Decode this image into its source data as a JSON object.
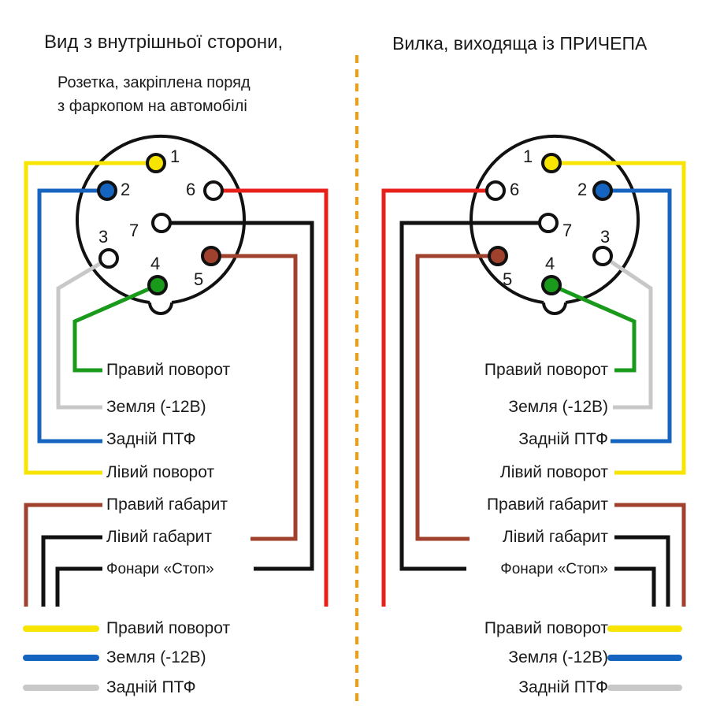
{
  "colors": {
    "yellow": "#f7e400",
    "blue": "#1565c0",
    "gray": "#c8c8c8",
    "red": "#e8201a",
    "brown": "#a0412d",
    "green": "#1a9a1a",
    "black": "#111111",
    "divider": "#f39c12"
  },
  "left_panel": {
    "title": "Вид з внутрішньої сторони,",
    "subtitle": "Розетка, закріплена поряд\nз фаркопом на автомобілі",
    "pins": [
      "1",
      "2",
      "3",
      "4",
      "5",
      "6",
      "7"
    ],
    "labels": [
      "Правий поворот",
      "Земля (-12В)",
      "Задній ПТФ",
      "Лівий поворот",
      "Правий габарит",
      "Лівий габарит",
      "Фонари «Стоп»"
    ],
    "legend": [
      "Правий поворот",
      "Земля (-12В)",
      "Задній ПТФ"
    ]
  },
  "right_panel": {
    "title": "Вилка, виходяща із ПРИЧЕПА",
    "pins": [
      "1",
      "2",
      "3",
      "4",
      "5",
      "6",
      "7"
    ],
    "labels": [
      "Правий поворот",
      "Земля (-12В)",
      "Задній ПТФ",
      "Лівий поворот",
      "Правий габарит",
      "Лівий габарит",
      "Фонари «Стоп»"
    ],
    "legend": [
      "Правий поворот",
      "Земля (-12В)",
      "Задній ПТФ"
    ]
  }
}
